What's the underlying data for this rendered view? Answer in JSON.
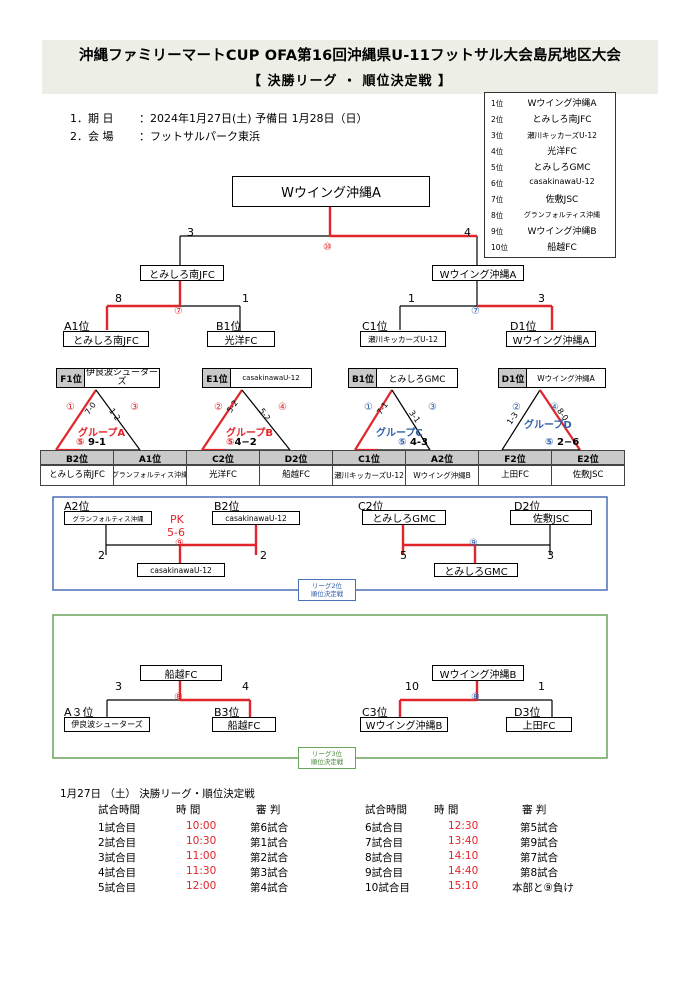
{
  "title": "沖縄ファミリーマートCUP OFA第16回沖縄県U-11フットサル大会島尻地区大会",
  "subtitle": "【 決勝リーグ ・ 順位決定戦 】",
  "info": {
    "date_label": "1．期 日",
    "date_value": "：2024年1月27日(土) 予備日 1月28日（日）",
    "venue_label": "2．会 場",
    "venue_value": "：フットサルパーク東浜"
  },
  "ranking": [
    {
      "rank": "1位",
      "team": "Wウイング沖縄A"
    },
    {
      "rank": "2位",
      "team": "とみしろ南JFC"
    },
    {
      "rank": "3位",
      "team": "瀬川キッカーズU-12"
    },
    {
      "rank": "4位",
      "team": "光洋FC"
    },
    {
      "rank": "5位",
      "team": "とみしろGMC"
    },
    {
      "rank": "6位",
      "team": "casakinawaU-12"
    },
    {
      "rank": "7位",
      "team": "佐敷JSC"
    },
    {
      "rank": "8位",
      "team": "グランフォルティス沖縄"
    },
    {
      "rank": "9位",
      "team": "Wウイング沖縄B"
    },
    {
      "rank": "10位",
      "team": "船越FC"
    }
  ],
  "final": {
    "champion": "Wウイング沖縄A",
    "match": "⑩",
    "left": {
      "team": "とみしろ南JFC",
      "score": "3",
      "match": "⑦",
      "a": {
        "label": "A1位",
        "team": "とみしろ南JFC",
        "score": "8"
      },
      "b": {
        "label": "B1位",
        "team": "光洋FC",
        "score": "1"
      }
    },
    "right": {
      "team": "Wウイング沖縄A",
      "score": "4",
      "match": "⑦",
      "a": {
        "label": "C1位",
        "team": "瀬川キッカーズU-12",
        "score": "1"
      },
      "b": {
        "label": "D1位",
        "team": "Wウイング沖縄A",
        "score": "3"
      }
    }
  },
  "groups": [
    {
      "name": "グループA",
      "top_rank": "F1位",
      "top_team": "伊良波シューターズ",
      "m1": "①",
      "s1": "7-0",
      "m2": "③",
      "s2": "1-2",
      "m3": "⑤",
      "s3": "9-1",
      "b1_rank": "B2位",
      "b1_team": "とみしろ南JFC",
      "b2_rank": "A1位",
      "b2_team": "グランフォルティス沖縄"
    },
    {
      "name": "グループB",
      "top_rank": "E1位",
      "top_team": "casakinawaU-12",
      "m1": "②",
      "s1": "5-2",
      "m2": "④",
      "s2": "5-2",
      "m3": "⑤",
      "s3": "4−2",
      "b1_rank": "C2位",
      "b1_team": "光洋FC",
      "b2_rank": "D2位",
      "b2_team": "船越FC"
    },
    {
      "name": "グループC",
      "top_rank": "B1位",
      "top_team": "とみしろGMC",
      "m1": "①",
      "s1": "7-1",
      "m2": "③",
      "s2": "3-1",
      "m3": "⑤",
      "s3": "4-3",
      "b1_rank": "C1位",
      "b1_team": "瀬川キッカーズU-12",
      "b2_rank": "A2位",
      "b2_team": "Wウイング沖縄B"
    },
    {
      "name": "グループD",
      "top_rank": "D1位",
      "top_team": "Wウイング沖縄A",
      "m1": "②",
      "s1": "1-3",
      "m2": "④",
      "s2": "8-0",
      "m3": "⑤",
      "s3": "2−6",
      "b1_rank": "F2位",
      "b1_team": "上田FC",
      "b2_rank": "E2位",
      "b2_team": "佐敷JSC"
    }
  ],
  "league2": {
    "label": "リーグ2位\n順位決定戦",
    "left": {
      "a_label": "A2位",
      "a_team": "グランフォルティス沖縄",
      "a_score": "2",
      "b_label": "B2位",
      "b_team": "casakinawaU-12",
      "b_score": "2",
      "pk_label": "PK",
      "pk_score": "5-6",
      "match": "⑨",
      "winner": "casakinawaU-12"
    },
    "right": {
      "a_label": "C2位",
      "a_team": "とみしろGMC",
      "a_score": "5",
      "b_label": "D2位",
      "b_team": "佐敷JSC",
      "b_score": "3",
      "match": "⑨",
      "winner": "とみしろGMC"
    }
  },
  "league3": {
    "label": "リーグ3位\n順位決定戦",
    "left": {
      "winner": "船越FC",
      "match": "⑧",
      "a_label": "A３位",
      "a_team": "伊良波シューターズ",
      "a_score": "3",
      "b_label": "B3位",
      "b_team": "船越FC",
      "b_score": "4"
    },
    "right": {
      "winner": "Wウイング沖縄B",
      "match": "⑧",
      "a_label": "C3位",
      "a_team": "Wウイング沖縄B",
      "a_score": "10",
      "b_label": "D3位",
      "b_team": "上田FC",
      "b_score": "1"
    }
  },
  "schedule": {
    "date": "1月27日 （土） 決勝リーグ・順位決定戦",
    "headers": [
      "試合時間",
      "時 間",
      "審 判",
      "試合時間",
      "時 間",
      "審 判"
    ],
    "rows": [
      [
        "1試合目",
        "10:00",
        "第6試合",
        "6試合目",
        "12:30",
        "第5試合"
      ],
      [
        "2試合目",
        "10:30",
        "第1試合",
        "7試合目",
        "13:40",
        "第9試合"
      ],
      [
        "3試合目",
        "11:00",
        "第2試合",
        "8試合目",
        "14:10",
        "第7試合"
      ],
      [
        "4試合目",
        "11:30",
        "第3試合",
        "9試合目",
        "14:40",
        "第8試合"
      ],
      [
        "5試合目",
        "12:00",
        "第4試合",
        "10試合目",
        "15:10",
        "本部と⑨負け"
      ]
    ]
  },
  "colors": {
    "win": "#e0252b",
    "line": "#000000",
    "blue": "#2f5fa8",
    "frame_blue": "#4a6fb5",
    "frame_green": "#6aa35c",
    "header_bg": "#edeee6"
  }
}
